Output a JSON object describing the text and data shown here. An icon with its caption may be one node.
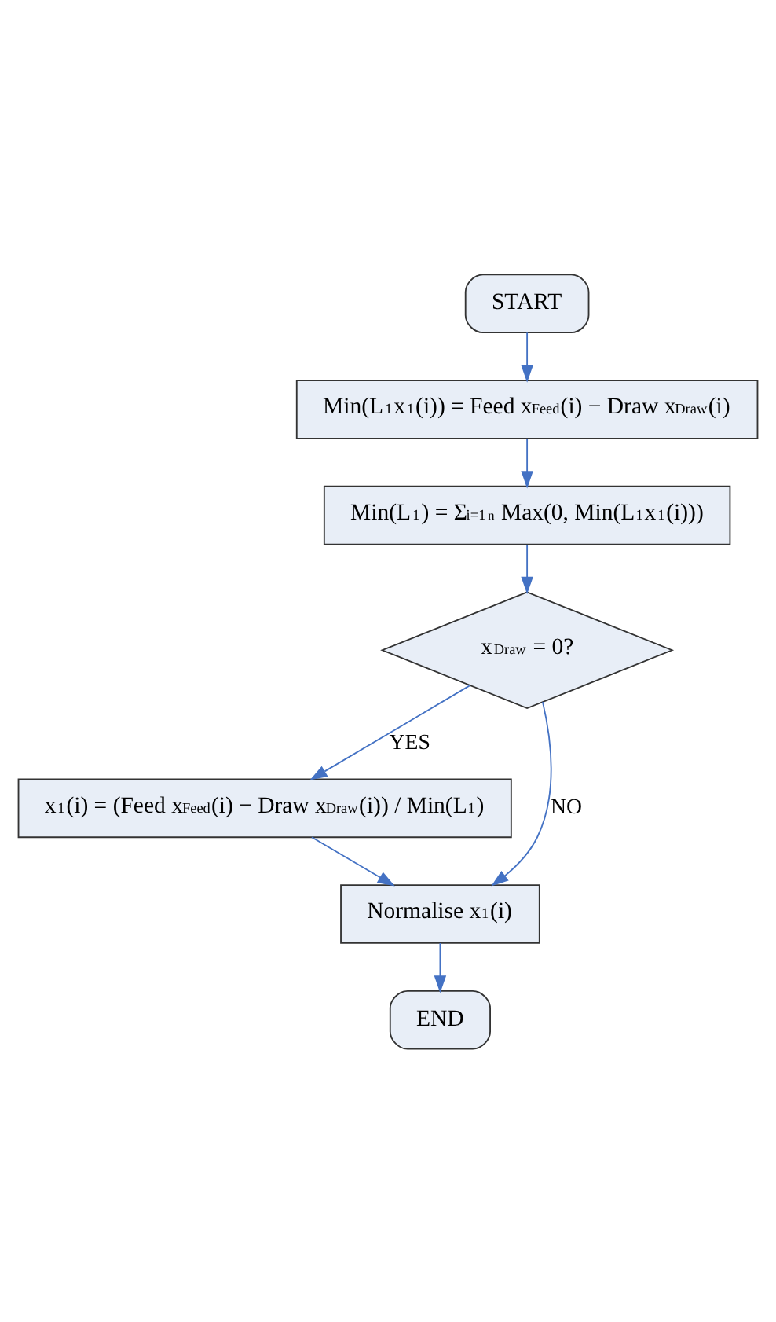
{
  "diagram": {
    "nodes": [
      {
        "text": [
          "START"
        ]
      },
      {
        "text": [
          "Min(L$_{1}$x$_{1}$(i)) = Feed x$_{Feed}$(i) − Draw x$_{Draw}$(i)"
        ]
      },
      {
        "text": [
          "Min(L$_{1}$) = Σ$_{i=1}$$^{n}$ Max(0, Min(L$_{1}$x$_{1}$(i)))"
        ]
      },
      {
        "text": [
          "x$_{Draw}$ = 0?"
        ]
      },
      {
        "text": [
          "x$_{1}$(i) = (Feed x$_{Feed}$(i) − Draw x$_{Draw}$(i)) / Min(L$_{1}$)"
        ]
      },
      {
        "text": [
          "Normalise x$_{1}$(i)"
        ]
      },
      {
        "text": [
          "END"
        ]
      }
    ],
    "edges": [
      {
        "from": 0,
        "to": 1,
        "arrow": "to"
      },
      {
        "from": 1,
        "to": 2,
        "arrow": "to"
      },
      {
        "from": 2,
        "to": 3,
        "arrow": "to"
      },
      {
        "from": 3,
        "to": 4,
        "arrow": "to",
        "label": "YES"
      },
      {
        "from": 3,
        "to": 5,
        "arrow": "to",
        "label": "NO"
      },
      {
        "from": 4,
        "to": 5,
        "arrow": "to"
      },
      {
        "from": 5,
        "to": 6,
        "arrow": "to"
      }
    ]
  }
}
